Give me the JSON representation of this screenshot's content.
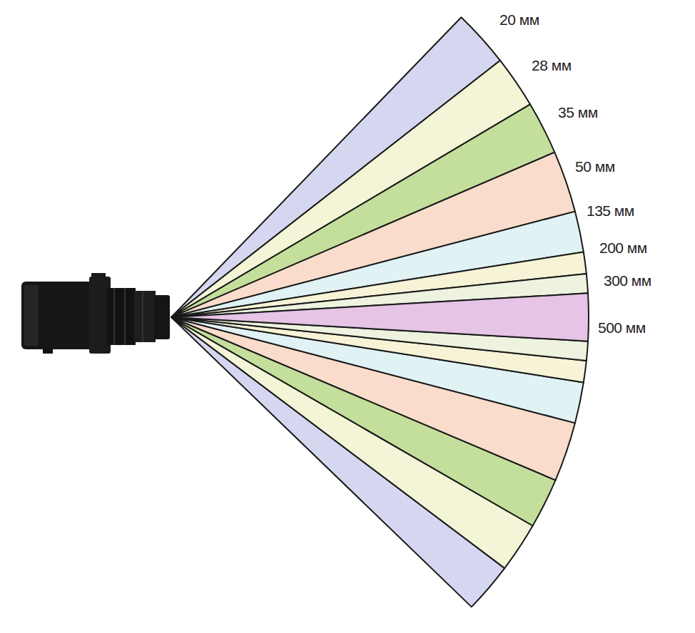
{
  "diagram": {
    "labels": [
      "20 мм",
      "28 мм",
      "35 мм",
      "50 мм",
      "135 мм",
      "200 мм",
      "300 мм",
      "500 мм"
    ]
  }
}
